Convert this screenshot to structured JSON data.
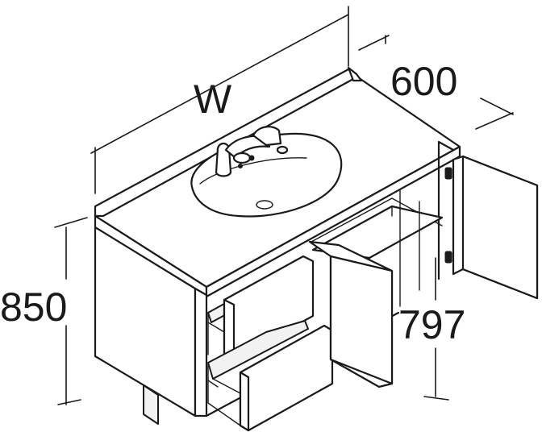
{
  "dimensions": {
    "width_label": "W",
    "depth_label": "600",
    "height_label": "850",
    "inner_height_label": "797"
  }
}
